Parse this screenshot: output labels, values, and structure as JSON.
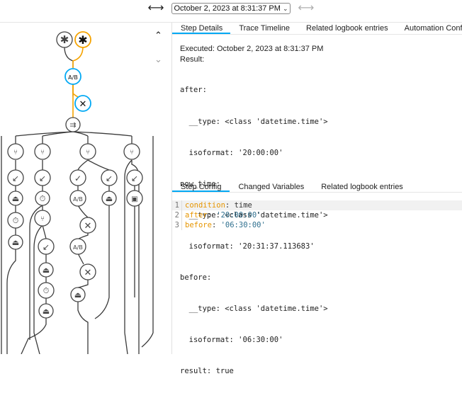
{
  "topbar": {
    "prev_icon": "arrow-left-right-icon",
    "selected_run": "October 2, 2023 at 8:31:37 PM",
    "next_icon": "arrow-right-icon"
  },
  "tabs": [
    {
      "label": "Step Details",
      "active": true
    },
    {
      "label": "Trace Timeline",
      "active": false
    },
    {
      "label": "Related logbook entries",
      "active": false
    },
    {
      "label": "Automation Config",
      "active": false
    }
  ],
  "details": {
    "executed": "Executed: October 2, 2023 at 8:31:37 PM",
    "result_label": "Result:",
    "result_yaml": [
      "after:",
      "  __type: <class 'datetime.time'>",
      "  isoformat: '20:00:00'",
      "now_time:",
      "  __type: <class 'datetime.time'>",
      "  isoformat: '20:31:37.113683'",
      "before:",
      "  __type: <class 'datetime.time'>",
      "  isoformat: '06:30:00'",
      "result: true"
    ]
  },
  "subtabs": [
    {
      "label": "Step Config",
      "active": true
    },
    {
      "label": "Changed Variables",
      "active": false
    },
    {
      "label": "Related logbook entries",
      "active": false
    }
  ],
  "config": [
    {
      "num": "1",
      "key": "condition",
      "value": "time",
      "value_quoted": false
    },
    {
      "num": "2",
      "key": "after",
      "value": "'20:00:00'",
      "value_quoted": true
    },
    {
      "num": "3",
      "key": "before",
      "value": "'06:30:00'",
      "value_quoted": true
    }
  ],
  "colors": {
    "accent": "#03a9f4",
    "active_path": "#f5a300",
    "node_stroke": "#444444",
    "line": "#3a3a3a"
  },
  "graph_icons": [
    "asterisk-trigger-icon",
    "asterisk-trigger-active-icon",
    "condition-ab-icon",
    "close-icon",
    "choose-icon",
    "branch-icon",
    "arrow-down-left-icon",
    "scene-icon",
    "timer-icon",
    "check-icon",
    "device-icon"
  ],
  "collapse": {
    "up": "chevron-up-icon",
    "down": "chevron-down-icon"
  }
}
